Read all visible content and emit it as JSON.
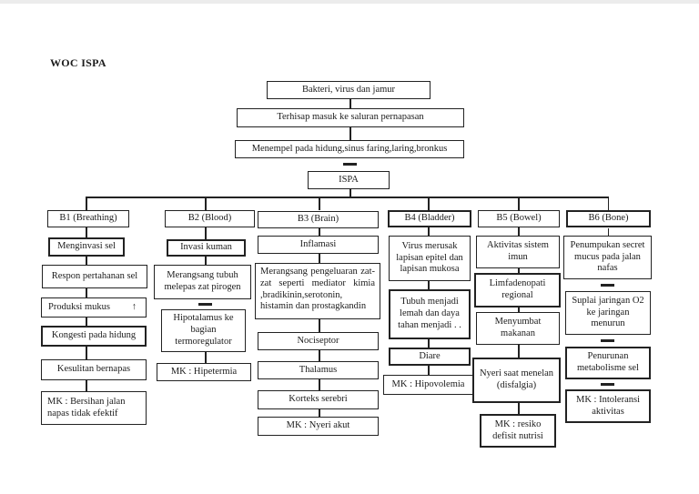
{
  "page": {
    "title": "WOC ISPA"
  },
  "root": {
    "n1": "Bakteri, virus dan jamur",
    "n2": "Terhisap masuk ke saluran pernapasan",
    "n3": "Menempel pada hidung,sinus faring,laring,bronkus",
    "n4": "ISPA"
  },
  "b1": {
    "header": "B1 (Breathing)",
    "s1": "Menginvasi sel",
    "s2": "Respon pertahanan sel",
    "s3": "Produksi mukus",
    "s3_arrow": "↑",
    "s4": "Kongesti pada hidung",
    "s5": "Kesulitan bernapas",
    "s6": "MK : Bersihan jalan napas tidak efektif"
  },
  "b2": {
    "header": "B2 (Blood)",
    "s1": "Invasi kuman",
    "s2": "Merangsang tubuh melepas zat pirogen",
    "s3": "Hipotalamus ke bagian termoregulator",
    "s4": "MK : Hipetermia"
  },
  "b3": {
    "header": "B3 (Brain)",
    "s1": "Inflamasi",
    "s2": "Merangsang pengeluaran zat-zat seperti mediator kimia ,bradikinin,serotonin, histamin dan prostagkandin",
    "s3": "Nociseptor",
    "s4": "Thalamus",
    "s5": "Korteks serebri",
    "s6": "MK : Nyeri akut"
  },
  "b4": {
    "header": "B4 (Bladder)",
    "s1": "Virus merusak lapisan epitel dan lapisan mukosa",
    "s2": "Tubuh menjadi lemah dan daya tahan menjadi . .",
    "s3": "Diare",
    "s4": "MK : Hipovolemia"
  },
  "b5": {
    "header": "B5 (Bowel)",
    "s1": "Aktivitas sistem imun",
    "s2": "Limfadenopati regional",
    "s3": "Menyumbat makanan",
    "s4": "Nyeri saat menelan (disfalgia)",
    "s5": "MK : resiko defisit nutrisi"
  },
  "b6": {
    "header": "B6 (Bone)",
    "s1": "Penumpukan secret mucus pada jalan nafas",
    "s2": "Suplai jaringan O2 ke jaringan menurun",
    "s3": "Penurunan metabolisme sel",
    "s4": "MK : Intoleransi aktivitas"
  }
}
